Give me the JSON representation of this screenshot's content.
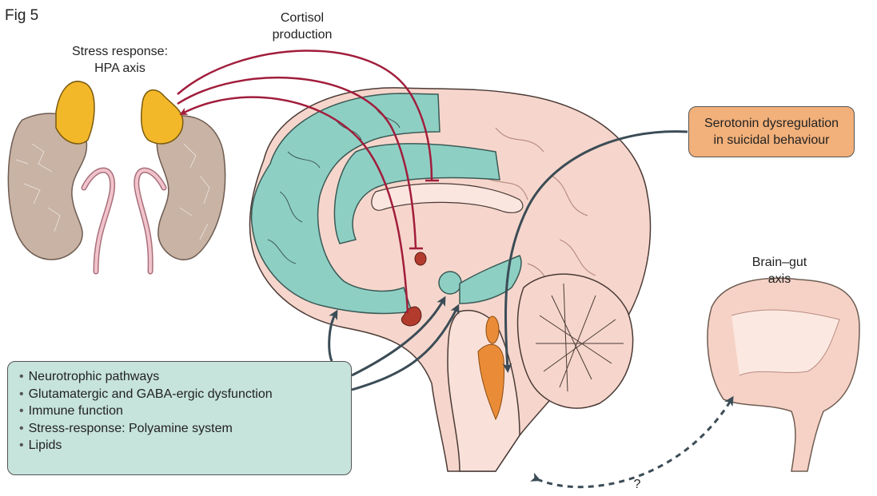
{
  "figure": {
    "label": "Fig 5"
  },
  "labels": {
    "cortisol_line1": "Cortisol",
    "cortisol_line2": "production",
    "hpa_line1": "Stress response:",
    "hpa_line2": "HPA axis",
    "gut_line1": "Brain–gut",
    "gut_line2": "axis",
    "question": "?"
  },
  "serotonin_box": {
    "line1": "Serotonin dysregulation",
    "line2": "in suicidal behaviour"
  },
  "mechanisms": {
    "items": [
      "Neurotrophic pathways",
      "Glutamatergic and GABA-ergic dysfunction",
      "Immune function",
      "Stress-response: Polyamine system",
      "Lipids"
    ]
  },
  "colors": {
    "teal_region": "#8ecfc4",
    "brain_pink": "#f6d6cc",
    "adrenal_yellow": "#f3b829",
    "kidney_brown": "#c8b3a4",
    "arrow_red": "#a11d3b",
    "arrow_dark": "#3b4c56",
    "serotonin_orange": "#f2b07a",
    "brainstem_orange": "#ea8c37",
    "red_structure": "#b23b2e",
    "gut_pink": "#f6d2c6"
  }
}
